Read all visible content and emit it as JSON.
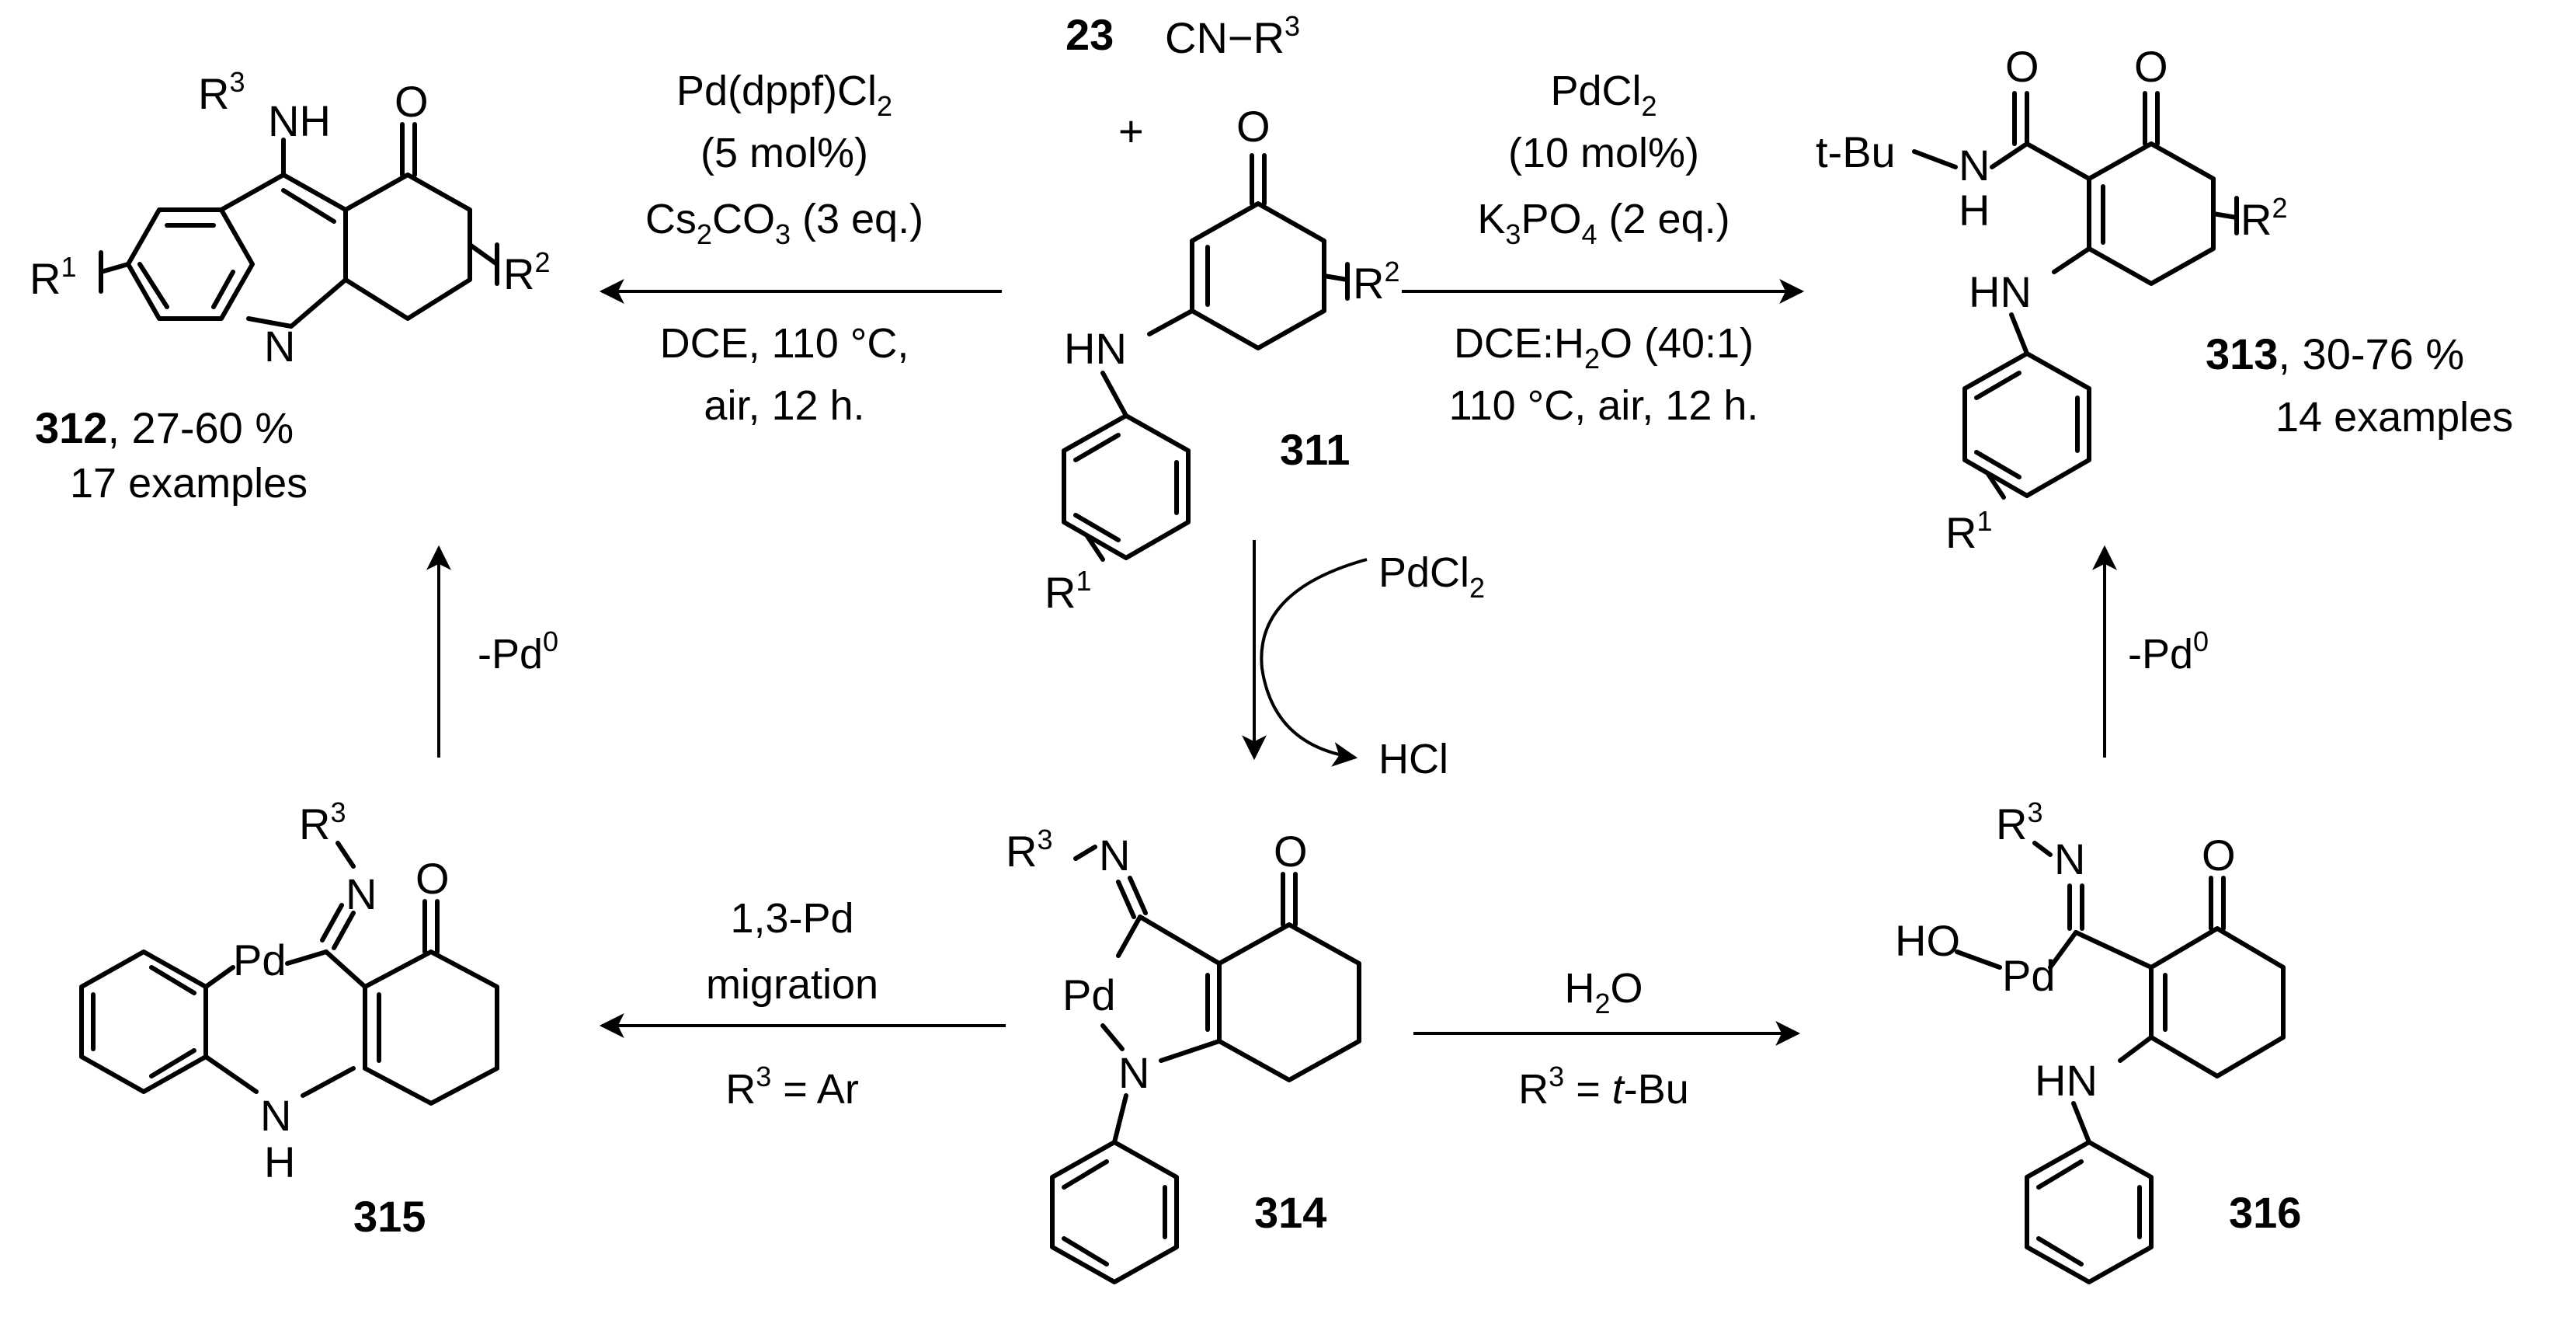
{
  "reagent": {
    "number": "23",
    "formula_main": "CN−R",
    "formula_sup": "3",
    "plus": "+"
  },
  "compounds": {
    "c311": {
      "id": "311",
      "yield": "",
      "examples": ""
    },
    "c312": {
      "id": "312",
      "yield": ", 27-60 %",
      "examples": "17 examples"
    },
    "c313": {
      "id": "313",
      "yield": ", 30-76 %",
      "examples": "14 examples"
    },
    "c314": {
      "id": "314"
    },
    "c315": {
      "id": "315"
    },
    "c316": {
      "id": "316"
    }
  },
  "conditions": {
    "left_top": {
      "l1": "Pd(dppf)Cl",
      "l1_sub": "2",
      "l2": "(5 mol%)",
      "l3a": "Cs",
      "l3b": "2",
      "l3c": "CO",
      "l3d": "3",
      "l3e": " (3 eq.)",
      "l4": "DCE, 110 °C,",
      "l5": "air, 12 h."
    },
    "right_top": {
      "l1": "PdCl",
      "l1_sub": "2",
      "l2": "(10 mol%)",
      "l3a": "K",
      "l3b": "3",
      "l3c": "PO",
      "l3d": "4",
      "l3e": " (2 eq.)",
      "l4a": "DCE:H",
      "l4b": "2",
      "l4c": "O (40:1)",
      "l5": "110 °C, air, 12 h."
    },
    "center": {
      "reagent_in": "PdCl",
      "reagent_in_sub": "2",
      "reagent_out": "HCl"
    },
    "left_bottom": {
      "l1": "1,3-Pd",
      "l2": "migration",
      "l3a": "R",
      "l3b": "3",
      "l3c": " = Ar"
    },
    "right_bottom": {
      "l1a": "H",
      "l1b": "2",
      "l1c": "O",
      "l2a": "R",
      "l2b": "3",
      "l2c": " = ",
      "l2d": "t",
      "l2e": "-Bu"
    },
    "left_up": {
      "a": "-Pd",
      "b": "0"
    },
    "right_up": {
      "a": "-Pd",
      "b": "0"
    }
  },
  "atoms": {
    "O": "O",
    "N": "N",
    "H": "H",
    "HN": "HN",
    "NH": "NH",
    "Pd": "Pd",
    "HO": "HO",
    "R": "R",
    "s1": "1",
    "s2": "2",
    "s3": "3",
    "tBu": "t-Bu"
  },
  "colors": {
    "ink": "#000000",
    "background": "#ffffff"
  }
}
